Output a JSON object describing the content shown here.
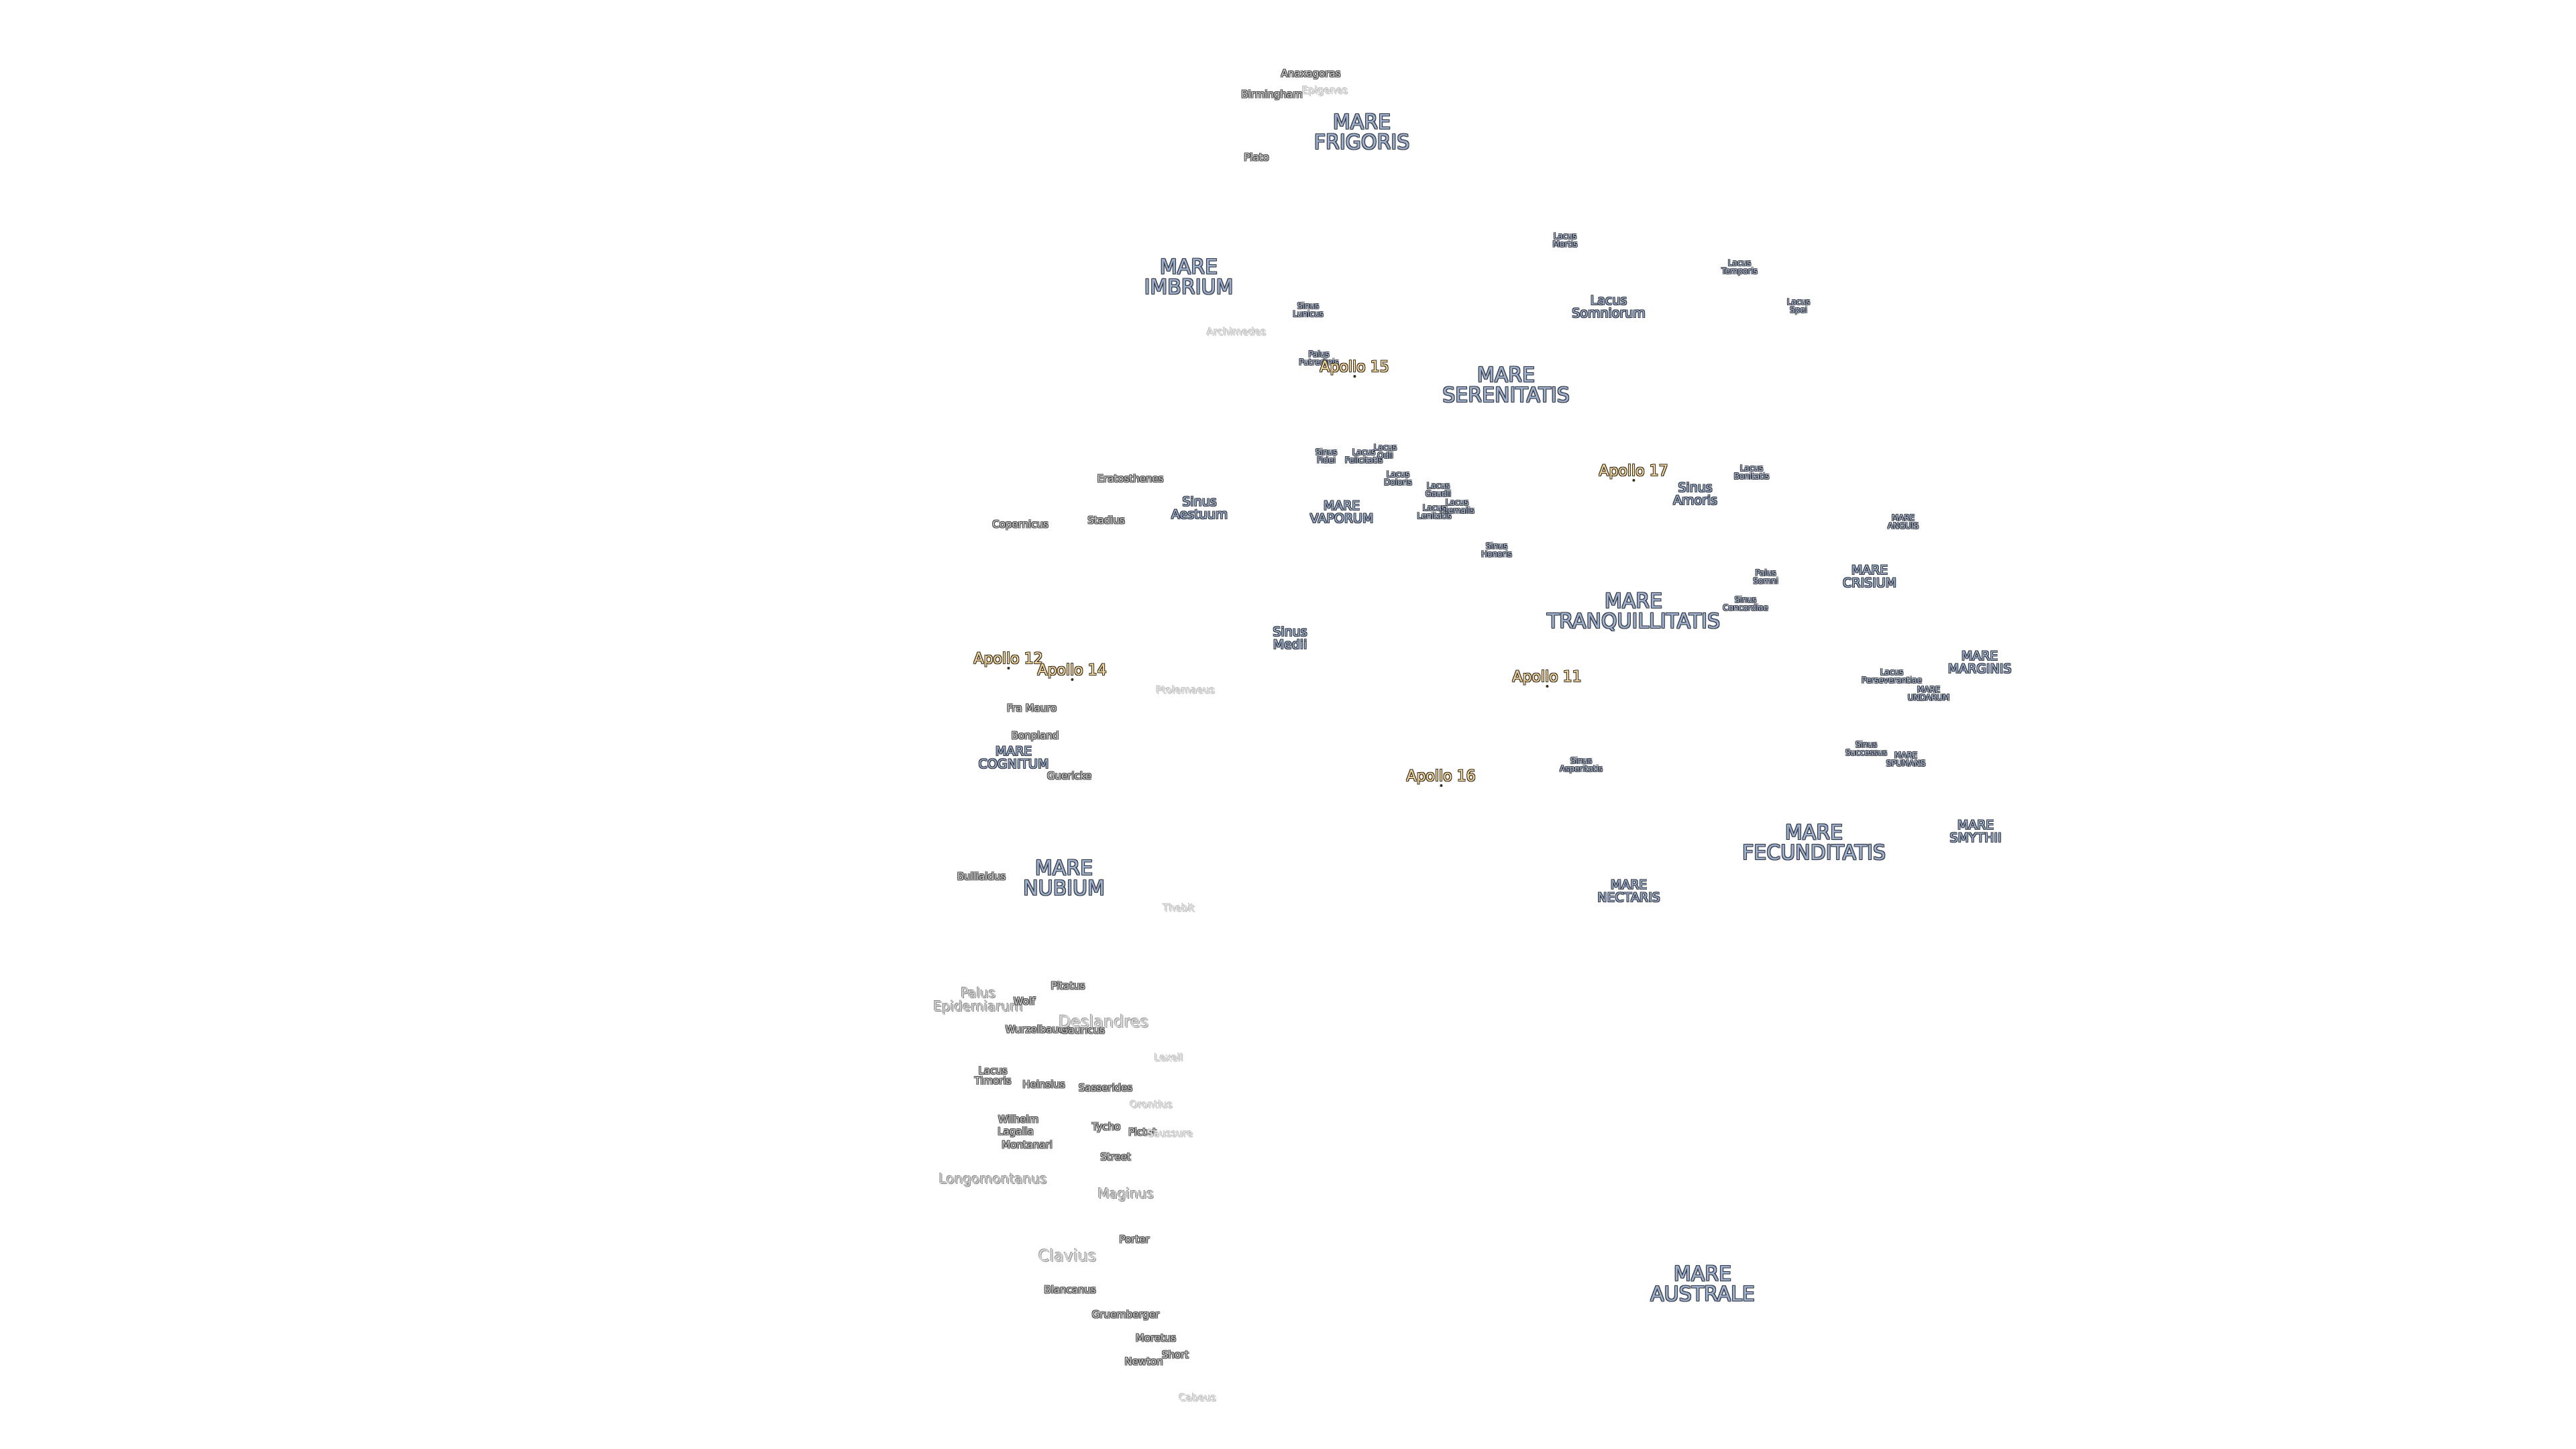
{
  "map": {
    "maria": [
      {
        "id": "mare-frigoris",
        "name": "MARE\nFRIGORIS"
      },
      {
        "id": "mare-imbrium",
        "name": "MARE\nIMBRIUM"
      },
      {
        "id": "mare-serenitatis",
        "name": "MARE\nSERENITATIS"
      },
      {
        "id": "mare-vaporum",
        "name": "MARE\nVAPORUM"
      },
      {
        "id": "mare-tranquillitatis",
        "name": "MARE\nTRANQUILLITATIS"
      },
      {
        "id": "mare-crisium",
        "name": "MARE\nCRISIUM"
      },
      {
        "id": "mare-anguis",
        "name": "MARE\nANGUIS"
      },
      {
        "id": "mare-marginis",
        "name": "MARE\nMARGINIS"
      },
      {
        "id": "mare-undarum",
        "name": "MARE\nUNDARUM"
      },
      {
        "id": "mare-spumans",
        "name": "MARE\nSPUMANS"
      },
      {
        "id": "mare-smythii",
        "name": "MARE\nSMYTHII"
      },
      {
        "id": "mare-fecunditatis",
        "name": "MARE\nFECUNDITATIS"
      },
      {
        "id": "mare-nectaris",
        "name": "MARE\nNECTARIS"
      },
      {
        "id": "mare-cognitum",
        "name": "MARE\nCOGNITUM"
      },
      {
        "id": "mare-nubium",
        "name": "MARE\nNUBIUM"
      },
      {
        "id": "mare-australe",
        "name": "MARE\nAUSTRALE"
      }
    ],
    "sinus": [
      {
        "id": "sinus-aestuum",
        "name": "Sinus\nAestuum"
      },
      {
        "id": "sinus-medii",
        "name": "Sinus\nMedii"
      },
      {
        "id": "sinus-amoris",
        "name": "Sinus\nAmoris"
      },
      {
        "id": "sinus-asperitatis",
        "name": "Sinus\nAsperitatis"
      },
      {
        "id": "sinus-concordiae",
        "name": "Sinus\nConcordiae"
      },
      {
        "id": "sinus-successus",
        "name": "Sinus\nSuccessus"
      },
      {
        "id": "sinus-lunicus",
        "name": "Sinus\nLunicus"
      },
      {
        "id": "sinus-fidei",
        "name": "Sinus\nFidei"
      },
      {
        "id": "sinus-honoris",
        "name": "Sinus\nHonoris"
      },
      {
        "id": "lacus-somniorum",
        "name": "Lacus\nSomniorum"
      },
      {
        "id": "palus-epidemiarum",
        "name": "Palus\nEpidemiarum"
      }
    ],
    "lacus": [
      {
        "id": "lacus-mortis",
        "name": "Lacus\nMortis"
      },
      {
        "id": "lacus-temporis",
        "name": "Lacus\nTemporis"
      },
      {
        "id": "lacus-spei",
        "name": "Lacus\nSpei"
      },
      {
        "id": "lacus-bonitatis",
        "name": "Lacus\nBonitatis"
      },
      {
        "id": "lacus-felicitatis",
        "name": "Lacus\nFelicitatis"
      },
      {
        "id": "lacus-odii",
        "name": "Lacus\nOdii"
      },
      {
        "id": "lacus-doloris",
        "name": "Lacus\nDoloris"
      },
      {
        "id": "lacus-gaudii",
        "name": "Lacus\nGaudii"
      },
      {
        "id": "lacus-hiemalis",
        "name": "Lacus\nHiemalis"
      },
      {
        "id": "lacus-lenitatis",
        "name": "Lacus\nLenitatis"
      },
      {
        "id": "lacus-perseverantiae",
        "name": "Lacus\nPerseverantiae"
      },
      {
        "id": "lacus-timoris",
        "name": "Lacus\nTimoris"
      },
      {
        "id": "palus-putredinis",
        "name": "Palus\nPutredinis"
      },
      {
        "id": "palus-somni",
        "name": "Palus\nSomni"
      }
    ],
    "craters": [
      {
        "id": "anaxagoras",
        "name": "Anaxagoras"
      },
      {
        "id": "epigenes",
        "name": "Epigenes"
      },
      {
        "id": "birmingham",
        "name": "Birmingham"
      },
      {
        "id": "plato",
        "name": "Plato"
      },
      {
        "id": "archimedes",
        "name": "Archimedes"
      },
      {
        "id": "eratosthenes",
        "name": "Eratosthenes"
      },
      {
        "id": "copernicus",
        "name": "Copernicus"
      },
      {
        "id": "stadius",
        "name": "Stadius"
      },
      {
        "id": "fra-mauro",
        "name": "Fra Mauro"
      },
      {
        "id": "bonpland",
        "name": "Bonpland"
      },
      {
        "id": "guericke",
        "name": "Guericke"
      },
      {
        "id": "ptolemaeus",
        "name": "Ptolemaeus"
      },
      {
        "id": "bullialdus",
        "name": "Bullialdus"
      },
      {
        "id": "thebit",
        "name": "Thebit"
      },
      {
        "id": "pitatus",
        "name": "Pitatus"
      },
      {
        "id": "wolf",
        "name": "Wolf"
      },
      {
        "id": "wurzelbauer",
        "name": "Wurzelbauer"
      },
      {
        "id": "gauricus",
        "name": "Gauricus"
      },
      {
        "id": "deslandres",
        "name": "Deslandres"
      },
      {
        "id": "lexell",
        "name": "Lexell"
      },
      {
        "id": "heinsius",
        "name": "Heinsius"
      },
      {
        "id": "sasserides",
        "name": "Sasserides"
      },
      {
        "id": "orontius",
        "name": "Orontius"
      },
      {
        "id": "wilhelm",
        "name": "Wilhelm"
      },
      {
        "id": "lagalla",
        "name": "Lagalla"
      },
      {
        "id": "montanari",
        "name": "Montanari"
      },
      {
        "id": "tycho",
        "name": "Tycho"
      },
      {
        "id": "pictet",
        "name": "Pictet"
      },
      {
        "id": "saussure",
        "name": "Saussure"
      },
      {
        "id": "street",
        "name": "Street"
      },
      {
        "id": "longomontanus",
        "name": "Longomontanus"
      },
      {
        "id": "maginus",
        "name": "Maginus"
      },
      {
        "id": "porter",
        "name": "Porter"
      },
      {
        "id": "clavius",
        "name": "Clavius"
      },
      {
        "id": "blancanus",
        "name": "Blancanus"
      },
      {
        "id": "gruemberger",
        "name": "Gruemberger"
      },
      {
        "id": "moretus",
        "name": "Moretus"
      },
      {
        "id": "short",
        "name": "Short"
      },
      {
        "id": "newton",
        "name": "Newton"
      },
      {
        "id": "cabeus",
        "name": "Cabeus"
      }
    ],
    "apollo_sites": [
      {
        "id": "apollo-15",
        "name": "Apollo 15"
      },
      {
        "id": "apollo-17",
        "name": "Apollo 17"
      },
      {
        "id": "apollo-12",
        "name": "Apollo 12"
      },
      {
        "id": "apollo-14",
        "name": "Apollo 14"
      },
      {
        "id": "apollo-11",
        "name": "Apollo 11"
      },
      {
        "id": "apollo-16",
        "name": "Apollo 16"
      }
    ]
  }
}
